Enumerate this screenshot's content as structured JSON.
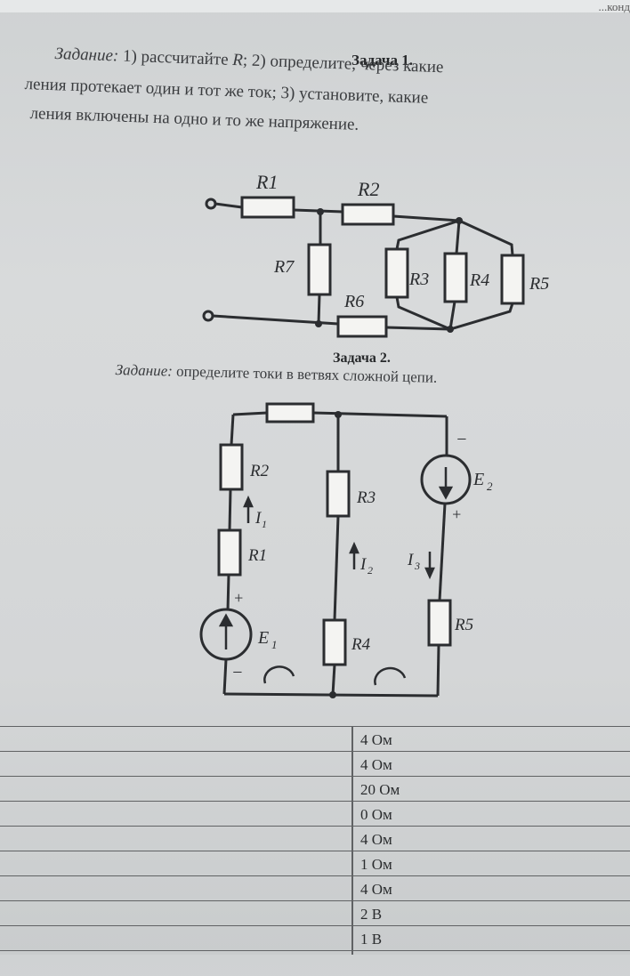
{
  "header": {
    "corner_text": "...конд"
  },
  "task1": {
    "title": "Задача 1.",
    "line1_label": "Задание:",
    "line1_text": "1) рассчитайте",
    "line1_math": "R",
    "line1_rest": "; 2) определите, через какие",
    "line2": "ления протекает один и тот же ток; 3) установите, какие",
    "line3": "ления включены на одно и то же напряжение.",
    "resistors": [
      "R1",
      "R2",
      "R3",
      "R4",
      "R5",
      "R6",
      "R7"
    ]
  },
  "task2": {
    "title": "Задача 2.",
    "label": "Задание:",
    "text": "определите токи в ветвях сложной цепи.",
    "labels": {
      "r2": "R2",
      "r1": "R1",
      "r3": "R3",
      "r4": "R4",
      "r5": "R5",
      "e1": "E",
      "e1_sub": "1",
      "e2": "E",
      "e2_sub": "2",
      "i1": "I",
      "i1_sub": "1",
      "i2": "I",
      "i2_sub": "2",
      "i3": "I",
      "i3_sub": "3",
      "plus": "+",
      "minus": "−"
    }
  },
  "table": {
    "values": [
      "4 Ом",
      "4 Ом",
      "20 Ом",
      "0 Ом",
      "4 Ом",
      "1 Ом",
      "4 Ом",
      "2 В",
      "1 В"
    ]
  }
}
